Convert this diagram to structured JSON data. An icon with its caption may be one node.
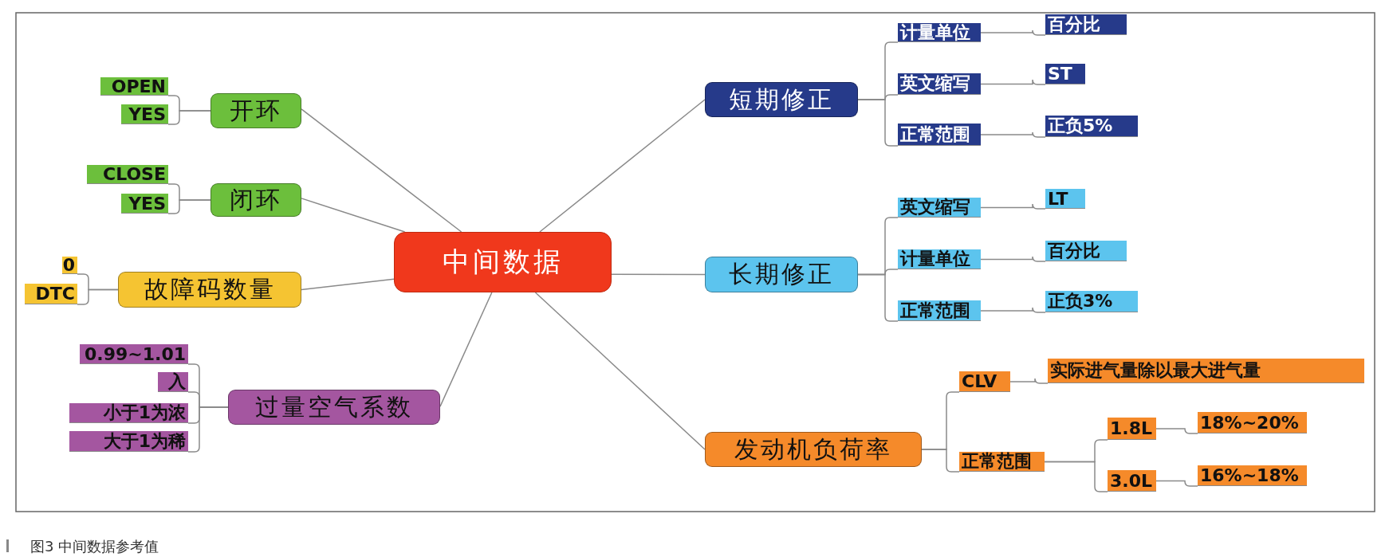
{
  "diagram": {
    "caption": "图3 中间数据参考值",
    "nodes": [
      {
        "text": [
          "中间数据"
        ]
      },
      {
        "text": [
          "开环"
        ]
      },
      {
        "text": [
          "OPEN"
        ]
      },
      {
        "text": [
          "YES"
        ]
      },
      {
        "text": [
          "闭环"
        ]
      },
      {
        "text": [
          "CLOSE"
        ]
      },
      {
        "text": [
          "YES"
        ]
      },
      {
        "text": [
          "故障码数量"
        ]
      },
      {
        "text": [
          "0"
        ]
      },
      {
        "text": [
          "DTC"
        ]
      },
      {
        "text": [
          "过量空气系数"
        ]
      },
      {
        "text": [
          "0.99~1.01"
        ]
      },
      {
        "text": [
          "入"
        ]
      },
      {
        "text": [
          "小于1为浓"
        ]
      },
      {
        "text": [
          "大于1为稀"
        ]
      },
      {
        "text": [
          "短期修正"
        ]
      },
      {
        "text": [
          "计量单位"
        ]
      },
      {
        "text": [
          "百分比"
        ]
      },
      {
        "text": [
          "英文缩写"
        ]
      },
      {
        "text": [
          "ST"
        ]
      },
      {
        "text": [
          "正常范围"
        ]
      },
      {
        "text": [
          "正负5%"
        ]
      },
      {
        "text": [
          "长期修正"
        ]
      },
      {
        "text": [
          "英文缩写"
        ]
      },
      {
        "text": [
          "LT"
        ]
      },
      {
        "text": [
          "计量单位"
        ]
      },
      {
        "text": [
          "百分比"
        ]
      },
      {
        "text": [
          "正常范围"
        ]
      },
      {
        "text": [
          "正负3%"
        ]
      },
      {
        "text": [
          "发动机负荷率"
        ]
      },
      {
        "text": [
          "CLV"
        ]
      },
      {
        "text": [
          "实际进气量除以最大进气量"
        ]
      },
      {
        "text": [
          "正常范围"
        ]
      },
      {
        "text": [
          "1.8L"
        ]
      },
      {
        "text": [
          "18%~20%"
        ]
      },
      {
        "text": [
          "3.0L"
        ]
      },
      {
        "text": [
          "16%~18%"
        ]
      }
    ],
    "edges": [
      {
        "from": 0,
        "to": 1,
        "arrow": "none"
      },
      {
        "from": 0,
        "to": 4,
        "arrow": "none"
      },
      {
        "from": 0,
        "to": 7,
        "arrow": "none"
      },
      {
        "from": 0,
        "to": 10,
        "arrow": "none"
      },
      {
        "from": 0,
        "to": 15,
        "arrow": "none"
      },
      {
        "from": 0,
        "to": 22,
        "arrow": "none"
      },
      {
        "from": 0,
        "to": 29,
        "arrow": "none"
      },
      {
        "from": 1,
        "to": 2,
        "arrow": "none"
      },
      {
        "from": 1,
        "to": 3,
        "arrow": "none"
      },
      {
        "from": 4,
        "to": 5,
        "arrow": "none"
      },
      {
        "from": 4,
        "to": 6,
        "arrow": "none"
      },
      {
        "from": 7,
        "to": 8,
        "arrow": "none"
      },
      {
        "from": 7,
        "to": 9,
        "arrow": "none"
      },
      {
        "from": 10,
        "to": 11,
        "arrow": "none"
      },
      {
        "from": 10,
        "to": 12,
        "arrow": "none"
      },
      {
        "from": 10,
        "to": 13,
        "arrow": "none"
      },
      {
        "from": 10,
        "to": 14,
        "arrow": "none"
      },
      {
        "from": 15,
        "to": 16,
        "arrow": "none"
      },
      {
        "from": 15,
        "to": 18,
        "arrow": "none"
      },
      {
        "from": 15,
        "to": 20,
        "arrow": "none"
      },
      {
        "from": 16,
        "to": 17,
        "arrow": "none"
      },
      {
        "from": 18,
        "to": 19,
        "arrow": "none"
      },
      {
        "from": 20,
        "to": 21,
        "arrow": "none"
      },
      {
        "from": 22,
        "to": 23,
        "arrow": "none"
      },
      {
        "from": 22,
        "to": 25,
        "arrow": "none"
      },
      {
        "from": 22,
        "to": 27,
        "arrow": "none"
      },
      {
        "from": 23,
        "to": 24,
        "arrow": "none"
      },
      {
        "from": 25,
        "to": 26,
        "arrow": "none"
      },
      {
        "from": 27,
        "to": 28,
        "arrow": "none"
      },
      {
        "from": 29,
        "to": 30,
        "arrow": "none"
      },
      {
        "from": 29,
        "to": 32,
        "arrow": "none"
      },
      {
        "from": 30,
        "to": 31,
        "arrow": "none"
      },
      {
        "from": 32,
        "to": 33,
        "arrow": "none"
      },
      {
        "from": 32,
        "to": 35,
        "arrow": "none"
      },
      {
        "from": 33,
        "to": 34,
        "arrow": "none"
      },
      {
        "from": 35,
        "to": 36,
        "arrow": "none"
      }
    ]
  }
}
